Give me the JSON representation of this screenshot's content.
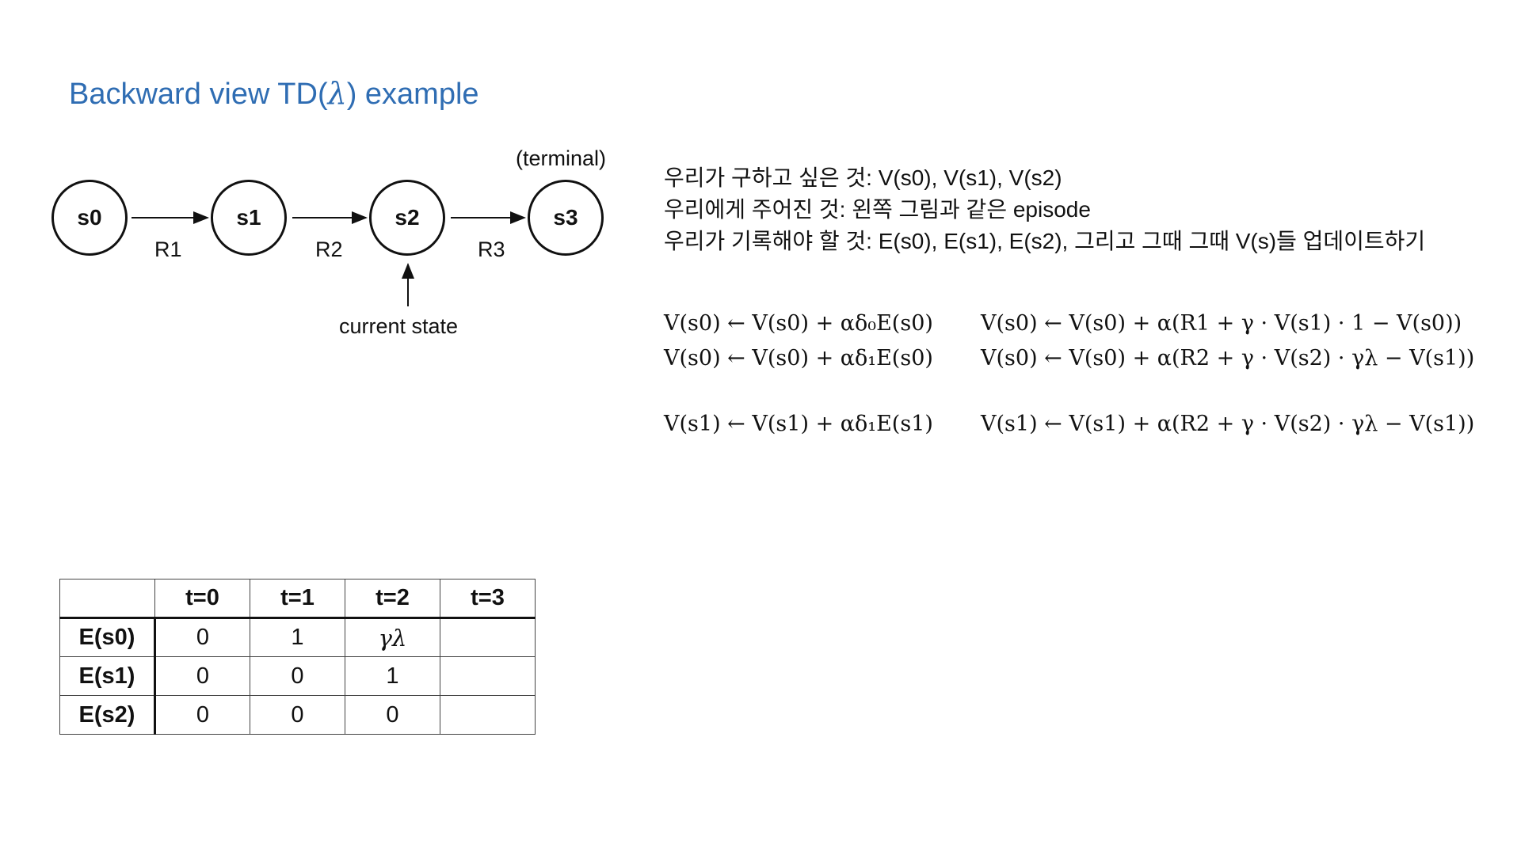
{
  "title": {
    "text": "Backward view TD(",
    "lambda": "λ",
    "suffix": ") example"
  },
  "diagram": {
    "nodes": [
      "s0",
      "s1",
      "s2",
      "s3"
    ],
    "rewards": [
      "R1",
      "R2",
      "R3"
    ],
    "terminal_label": "(terminal)",
    "current_state_label": "current state"
  },
  "notes": [
    "우리가 구하고 싶은 것: V(s0), V(s1), V(s2)",
    "우리에게 주어진 것: 왼쪽 그림과 같은 episode",
    "우리가 기록해야 할 것: E(s0), E(s1), E(s2), 그리고 그때 그때 V(s)들 업데이트하기"
  ],
  "equations": {
    "left": [
      "V(s0) ← V(s0) + αδ₀E(s0)",
      "V(s0) ← V(s0) + αδ₁E(s0)",
      "V(s1) ← V(s1) + αδ₁E(s1)"
    ],
    "right": [
      "V(s0) ← V(s0) + α(R1 + γ · V(s1) · 1 − V(s0))",
      "V(s0) ← V(s0) + α(R2 + γ · V(s2) · γλ − V(s1))",
      "V(s1) ← V(s1) + α(R2 + γ · V(s2) · γλ − V(s1))"
    ]
  },
  "table": {
    "headers": [
      "",
      "t=0",
      "t=1",
      "t=2",
      "t=3"
    ],
    "rows": [
      {
        "label": "E(s0)",
        "values": [
          "0",
          "1",
          "γλ",
          ""
        ]
      },
      {
        "label": "E(s1)",
        "values": [
          "0",
          "0",
          "1",
          ""
        ]
      },
      {
        "label": "E(s2)",
        "values": [
          "0",
          "0",
          "0",
          ""
        ]
      }
    ]
  }
}
